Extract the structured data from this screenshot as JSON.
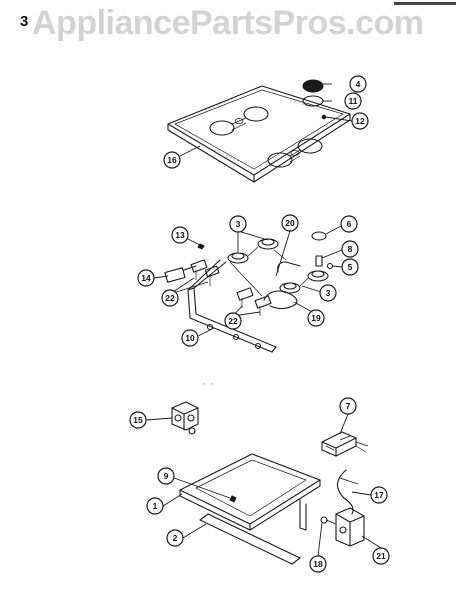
{
  "header": {
    "page_label": "3",
    "watermark": "AppliancePartsPros.com"
  },
  "callouts": [
    "1",
    "2",
    "3",
    "3",
    "4",
    "5",
    "6",
    "7",
    "8",
    "9",
    "10",
    "11",
    "12",
    "13",
    "14",
    "15",
    "16",
    "17",
    "18",
    "19",
    "20",
    "21",
    "22",
    "22"
  ],
  "colors": {
    "ink": "#1a1a1a",
    "watermark": "#969696"
  }
}
